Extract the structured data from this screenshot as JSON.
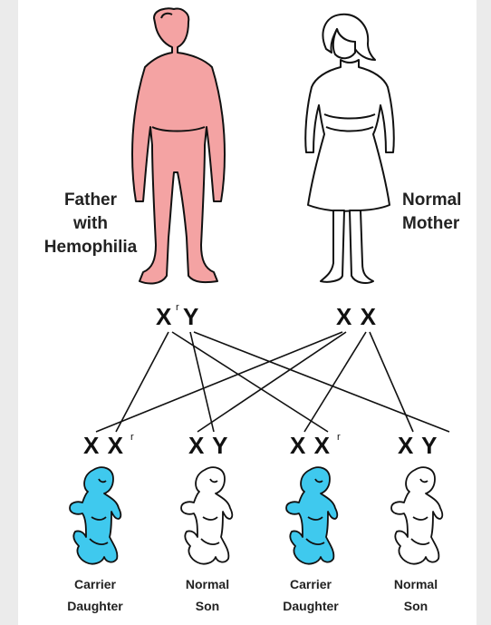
{
  "colors": {
    "father_fill": "#f4a3a3",
    "carrier_fill": "#3fc9ee",
    "normal_fill": "#ffffff",
    "stroke": "#111111"
  },
  "parents": {
    "father": {
      "line1": "Father",
      "line2": "with",
      "line3": "Hemophilia",
      "genotype_x": "X",
      "genotype_y": "Y",
      "superscript": "r"
    },
    "mother": {
      "line1": "Normal",
      "line2": "Mother",
      "genotype": "X X"
    }
  },
  "children": [
    {
      "genotype_main": "X X",
      "superscript": "r",
      "line1": "Carrier",
      "line2": "Daughter",
      "fill": "carrier"
    },
    {
      "genotype_main": "X Y",
      "superscript": "",
      "line1": "Normal",
      "line2": "Son",
      "fill": "normal"
    },
    {
      "genotype_main": "X X",
      "superscript": "r",
      "line1": "Carrier",
      "line2": "Daughter",
      "fill": "carrier"
    },
    {
      "genotype_main": "X Y",
      "superscript": "",
      "line1": "Normal",
      "line2": "Son",
      "fill": "normal"
    }
  ]
}
